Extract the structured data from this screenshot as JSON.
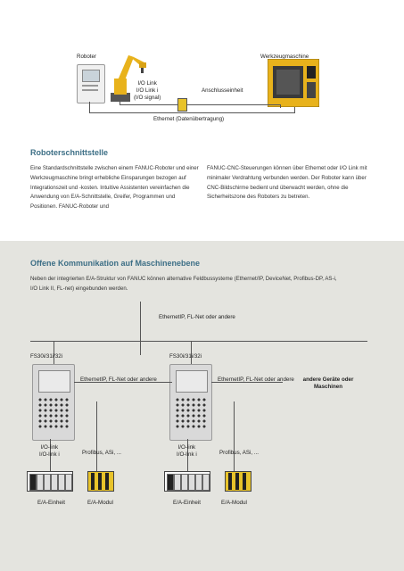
{
  "top_diagram": {
    "robot_label": "Roboter",
    "machine_label": "Werkzeugmaschine",
    "io_link_lines": [
      "I/O Link",
      "I/O Link i",
      "(I/O signal)"
    ],
    "unit_label": "Anschlusseinheit",
    "ethernet_label": "Ethernet (Datenübertragung)"
  },
  "section1": {
    "heading": "Roboterschnittstelle",
    "left_text": "Eine Standardschnittstelle zwischen einem FANUC-Roboter und einer Werkzeugmaschine bringt erhebliche Einsparungen bezogen auf Integrationszeit und -kosten. Intuitive Assistenten vereinfachen die Anwendung von E/A-Schnittstelle, Greifer, Programmen und Positionen. FANUC-Roboter und",
    "right_text": "FANUC-CNC-Steuerungen können über Ethernet oder I/O Link mit minimaler Verdrahtung verbunden werden. Der Roboter kann über CNC-Bildschirme bedient und überwacht werden, ohne die Sicherheitszone des Roboters zu betreten."
  },
  "section2": {
    "heading": "Offene Kommunikation auf Maschinenebene",
    "text": "Neben der integrierten E/A-Struktur von FANUC können alternative Feldbussysteme (Ethernet/IP, DeviceNet, Profibus-DP, AS-i, I/O Link II, FL-net) eingebunden werden."
  },
  "network_diagram": {
    "bus_label": "EthernetIP, FL-Net oder andere",
    "cnc_left_label": "FS30i/31i/32i",
    "cnc_right_label": "FS30i/31i/32i",
    "link_left_label": "EthernetIP, FL-Net oder andere",
    "link_right_label": "EthernetIP, FL-Net oder andere",
    "other_devices_label": "andere Geräte oder Maschinen",
    "io_left_lines": [
      "I/O-link",
      "I/O-link i"
    ],
    "io_right_lines": [
      "I/O-link",
      "I/O-link i"
    ],
    "profibus_left": "Profibus, ASi, ...",
    "profibus_right": "Profibus, ASi, ...",
    "unit_left": "E/A-Einheit",
    "module_left": "E/A-Modul",
    "unit_right": "E/A-Einheit",
    "module_right": "E/A-Modul"
  },
  "colors": {
    "heading": "#3d6f86",
    "grey_background": "#e4e4df",
    "robot_yellow": "#e8b21c",
    "module_yellow": "#e8c32a"
  }
}
